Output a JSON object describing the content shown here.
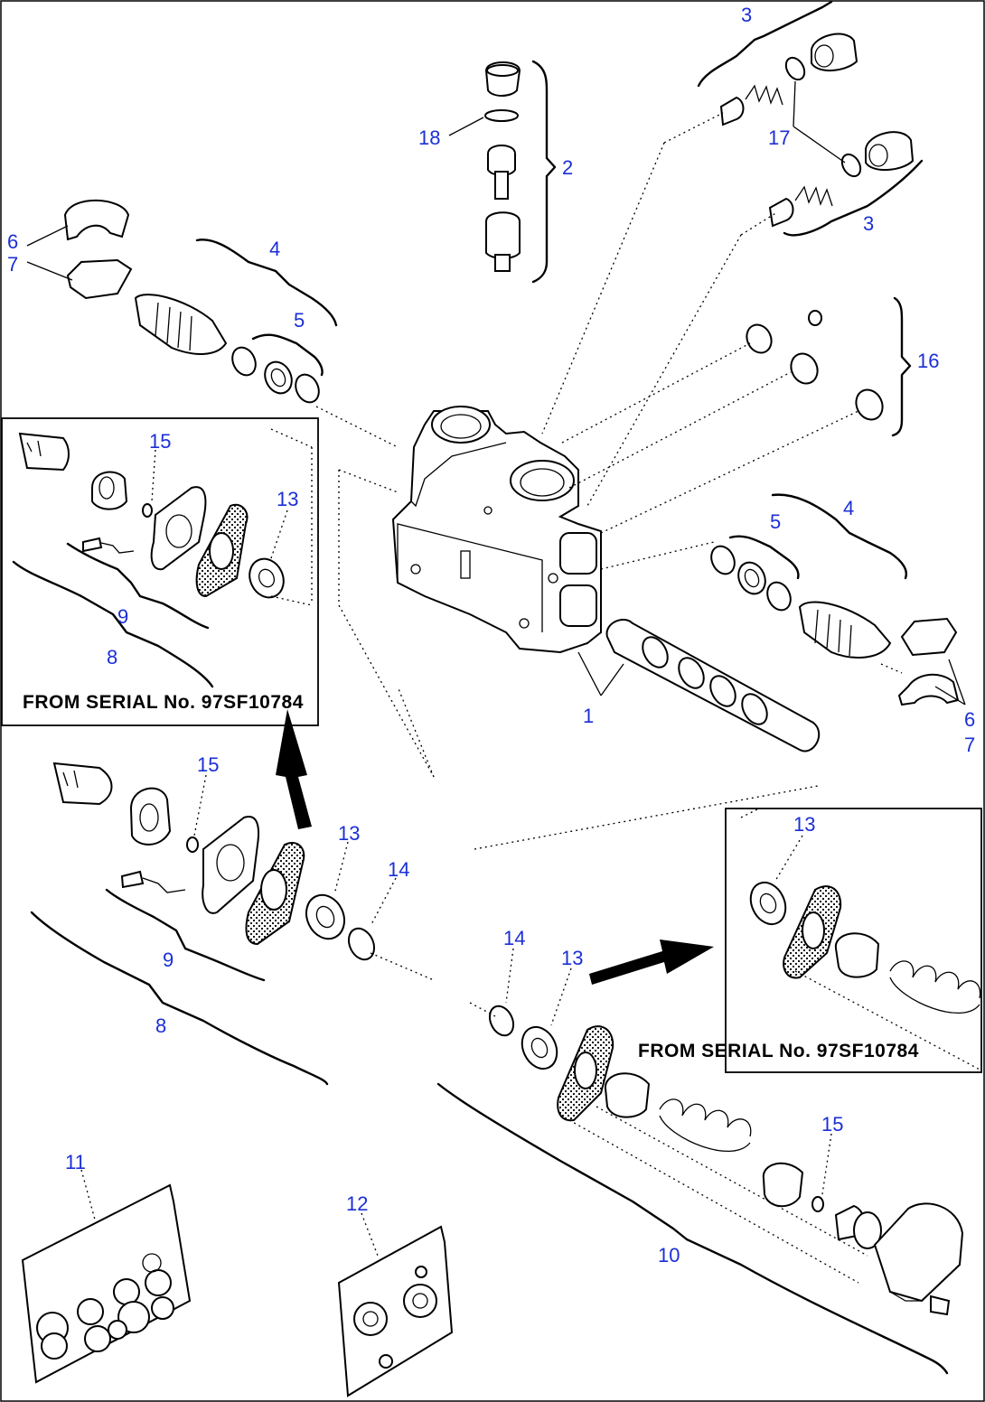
{
  "callouts": {
    "n1": "1",
    "n2": "2",
    "n3a": "3",
    "n3b": "3",
    "n4a": "4",
    "n4b": "4",
    "n5a": "5",
    "n5b": "5",
    "n6a": "6",
    "n7a": "7",
    "n6b": "6",
    "n7b": "7",
    "n8a": "8",
    "n8b": "8",
    "n9a": "9",
    "n9b": "9",
    "n10": "10",
    "n11": "11",
    "n12": "12",
    "n13a": "13",
    "n13b": "13",
    "n13c": "13",
    "n13d": "13",
    "n14a": "14",
    "n14b": "14",
    "n15a": "15",
    "n15b": "15",
    "n15c": "15",
    "n16": "16",
    "n17": "17",
    "n18": "18"
  },
  "inset_left": {
    "caption": "FROM SERIAL No. 97SF10784"
  },
  "inset_right": {
    "caption": "FROM SERIAL No. 97SF10784"
  },
  "colors": {
    "callout": "#1b2fd6",
    "line": "#000000",
    "background": "#ffffff"
  }
}
